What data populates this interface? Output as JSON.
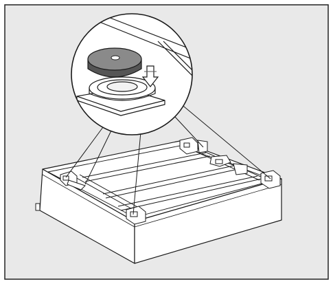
{
  "figure": {
    "kind": "installation-illustration",
    "subject": "base-unit-with-leveling-foot-pads",
    "inset": "leveling-foot-pad-placement-detail",
    "colors": {
      "background": "#e9e9e9",
      "frame": "#222222",
      "line": "#1a1a1a",
      "surface": "#ffffff",
      "pad_top": "#8a8a8a",
      "pad_side": "#555555"
    }
  }
}
